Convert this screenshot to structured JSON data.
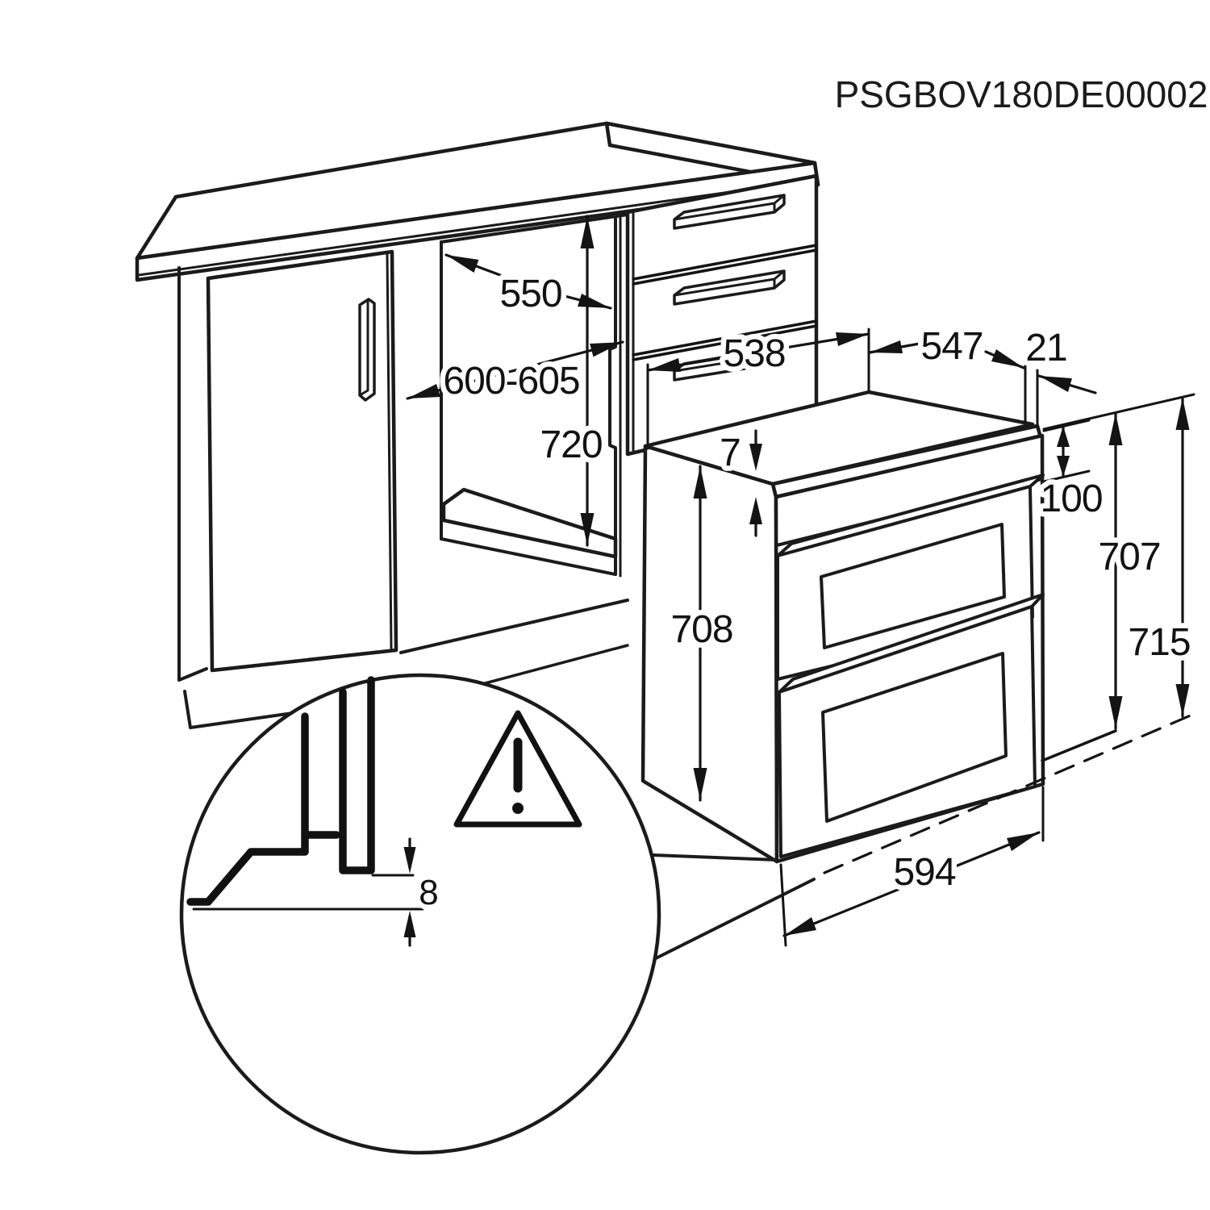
{
  "title": {
    "code": "PSGBOV180DE00002"
  },
  "dimensions": {
    "niche_depth": "550",
    "niche_width": "600-605",
    "niche_height": "720",
    "oven_rear_width": "538",
    "oven_depth": "547",
    "front_frame_overhang": "21",
    "top_clearance": "7",
    "control_panel_height": "100",
    "carcass_height": "708",
    "height_to_frame_top": "707",
    "total_front_height": "715",
    "front_width": "594",
    "bottom_clearance": "8"
  },
  "icons": {
    "warning": "exclamation-triangle"
  },
  "colors": {
    "line": "#1b1b1b",
    "background": "#ffffff"
  }
}
